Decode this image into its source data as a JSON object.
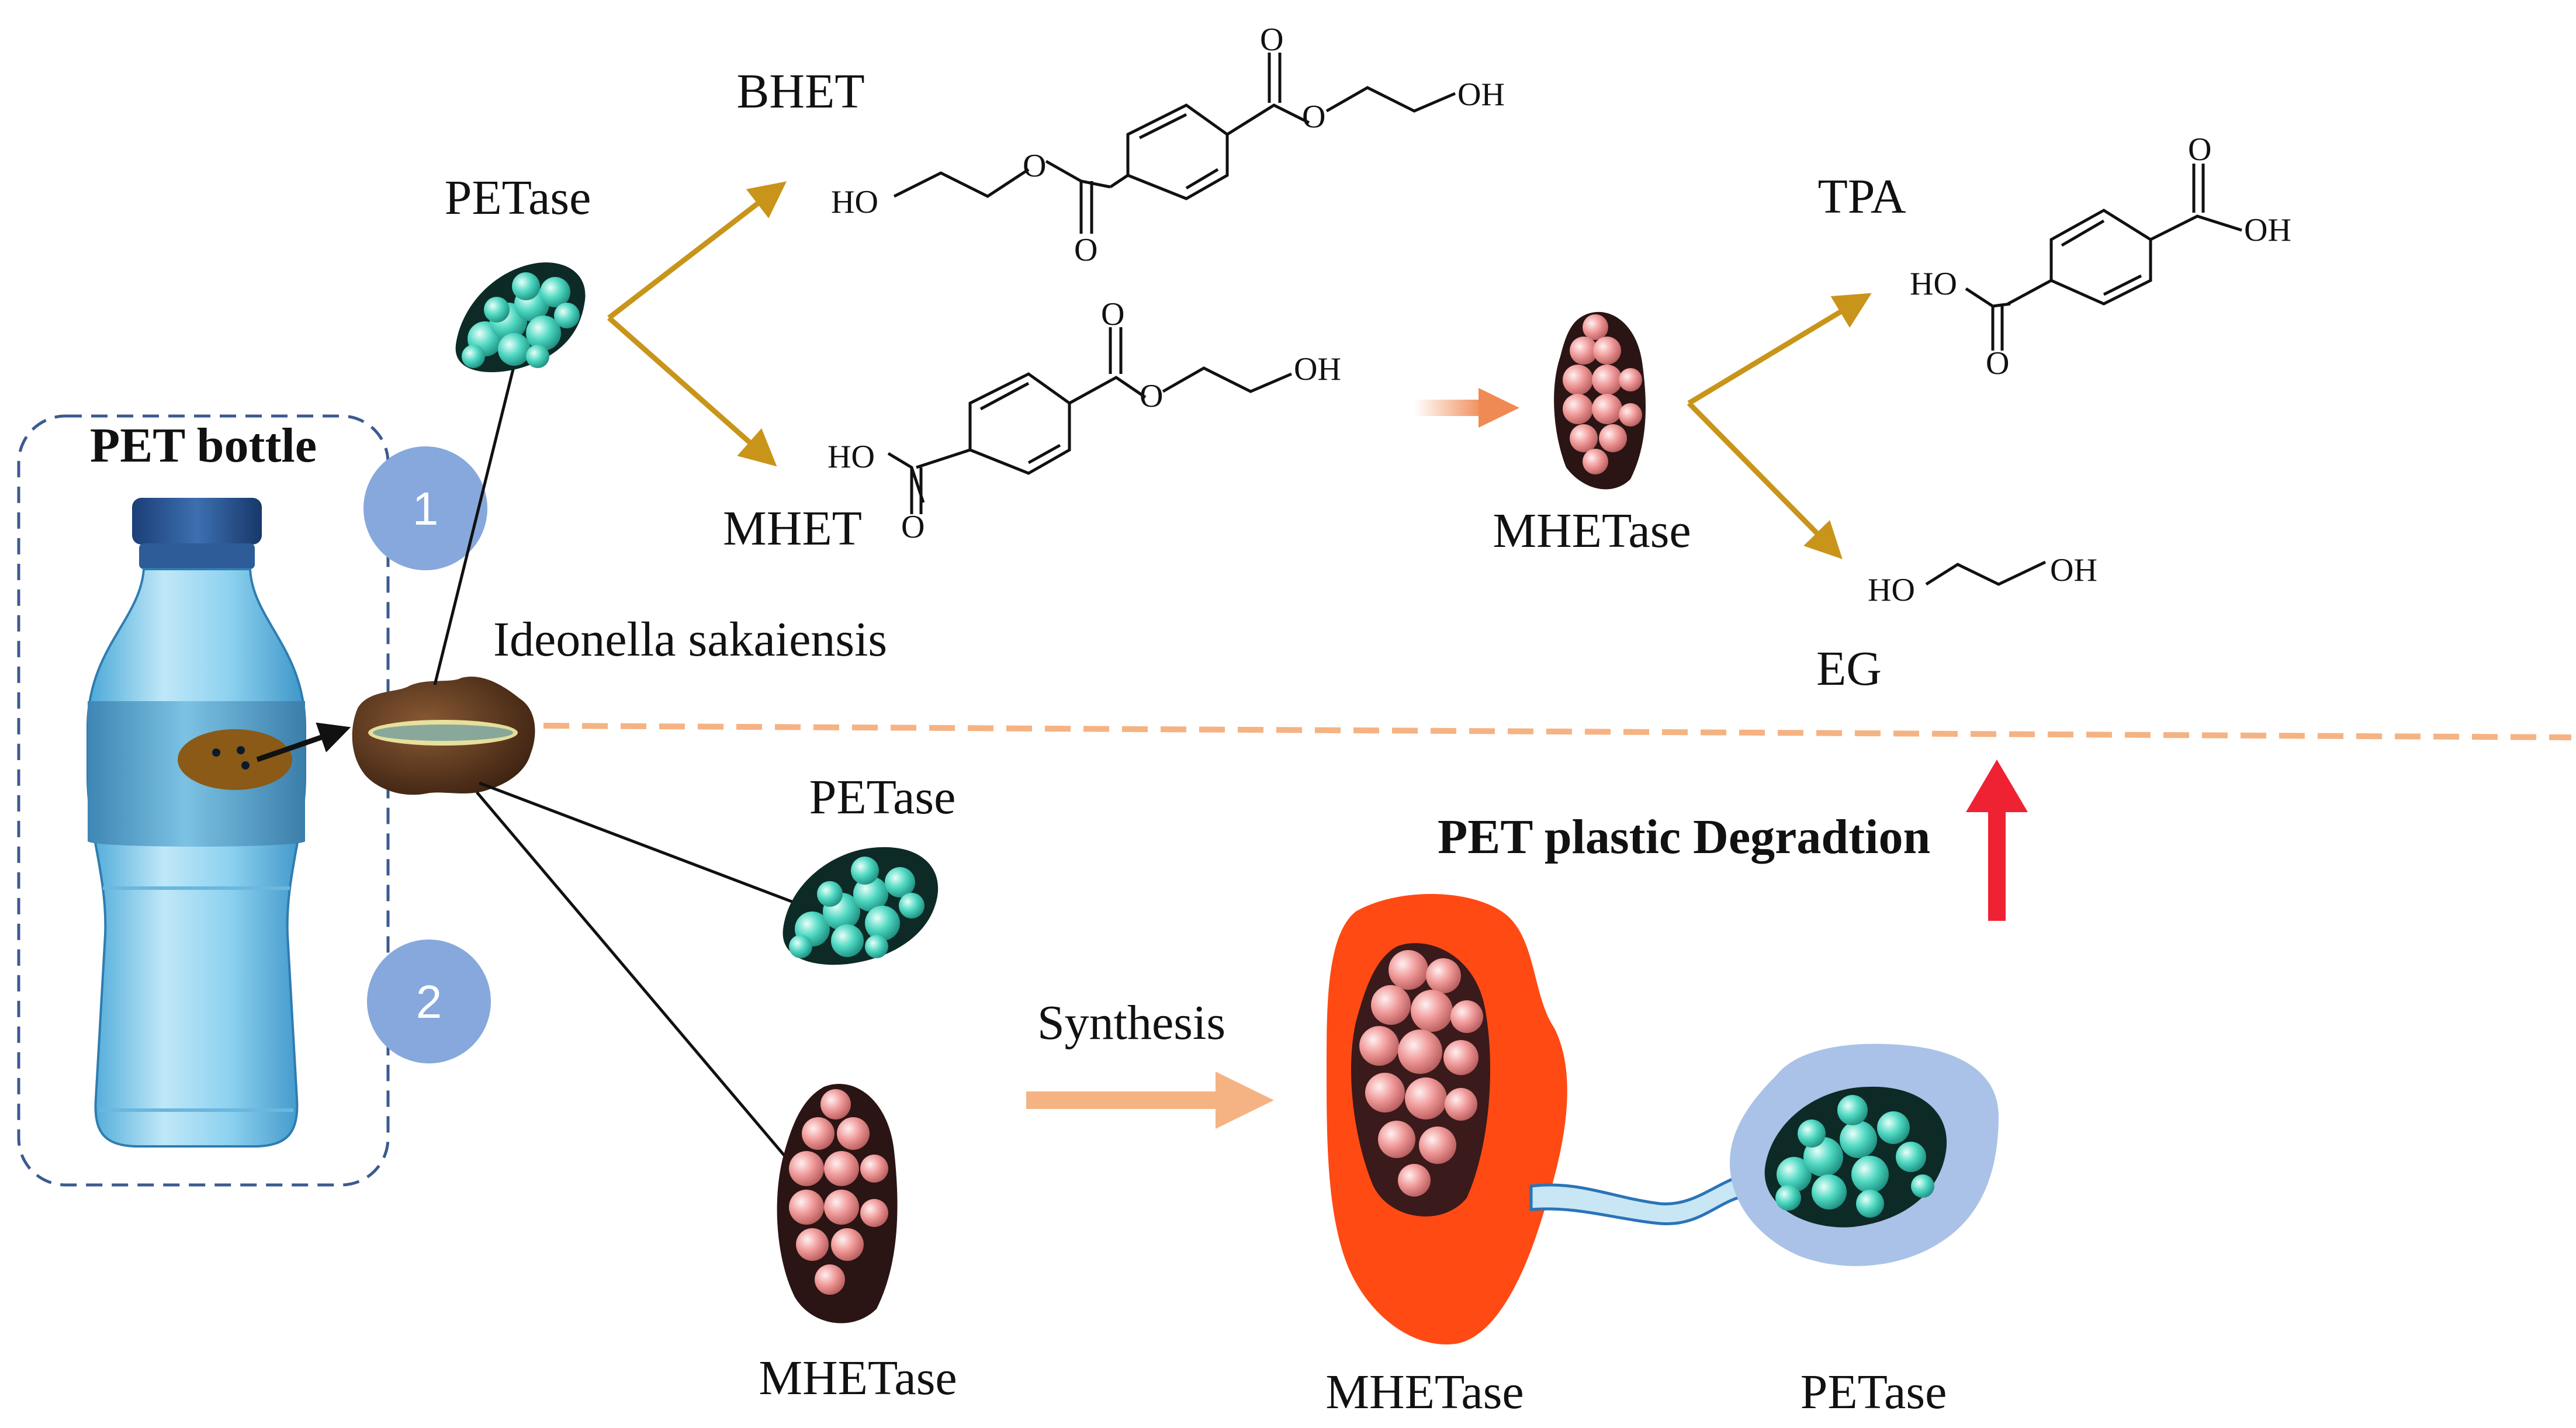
{
  "colors": {
    "background": "#ffffff",
    "bond": "#111111",
    "pathway_arrow": "#c8951a",
    "divider": "#f5b383",
    "step_circle": "#86a8dc",
    "red_arrow": "#ee2233",
    "synthesis_arrow": "#f5b383",
    "transfer_arrow": "#f08a55",
    "petase_enzyme": "#4fd8c2",
    "mhetase_enzyme": "#f09a9a",
    "mhetase_blob": "#ff4a14",
    "petase_blob": "#aac2e8",
    "bacterium": "#5a3418",
    "bottle_box": "#3b5a8f"
  },
  "labels": {
    "pet_bottle": "PET bottle",
    "organism": "Ideonella sakaiensis",
    "petase_top": "PETase",
    "bhet": "BHET",
    "mhet": "MHET",
    "mhetase_mid": "MHETase",
    "tpa": "TPA",
    "eg": "EG",
    "petase_lower": "PETase",
    "mhetase_lower": "MHETase",
    "synthesis": "Synthesis",
    "degradation": "PET plastic Degradtion",
    "mhetase_fusion": "MHETase",
    "petase_fusion": "PETase"
  },
  "steps": [
    "1",
    "2"
  ],
  "chemistry": {
    "ho": "HO",
    "oh": "OH",
    "o": "O"
  },
  "icons": {
    "bottle": "pet-bottle-icon",
    "bacterium": "bacterium-icon",
    "petase": "petase-enzyme-icon",
    "mhetase": "mhetase-enzyme-icon"
  }
}
